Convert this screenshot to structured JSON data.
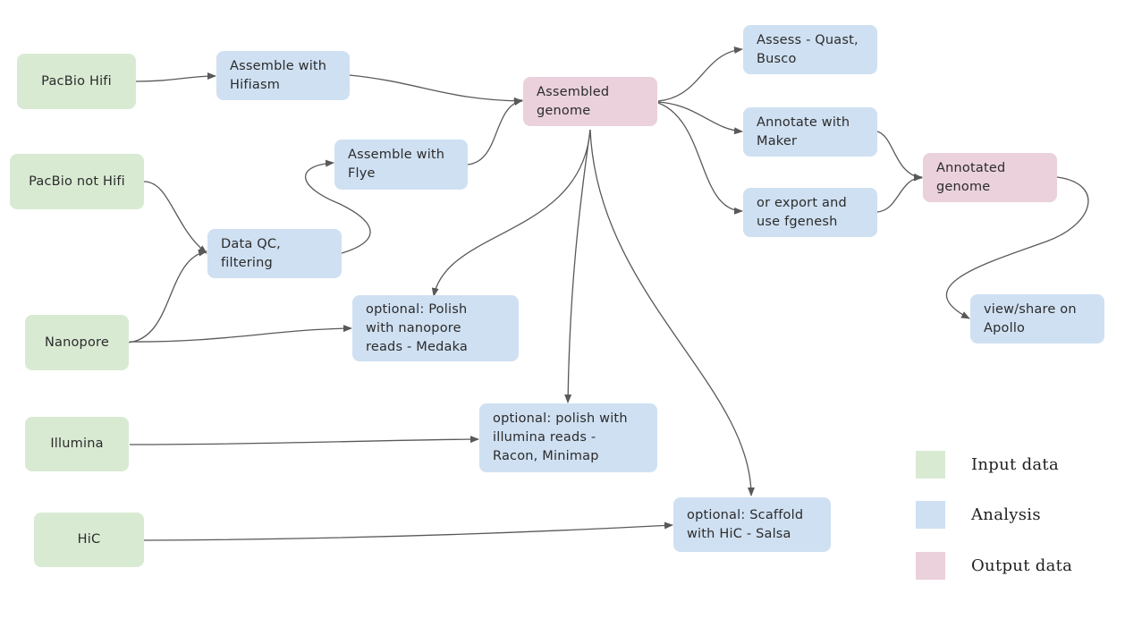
{
  "nodes": {
    "pacbio_hifi": "PacBio Hifi",
    "pacbio_not_hifi": "PacBio not Hifi",
    "nanopore": "Nanopore",
    "illumina": "Illumina",
    "hic": "HiC",
    "assemble_hifiasm": "Assemble with\nHifiasm",
    "assemble_flye": "Assemble with\nFlye",
    "data_qc": "Data QC,\nfiltering",
    "polish_nanopore": "optional: Polish\nwith nanopore\nreads - Medaka",
    "polish_illumina": "optional: polish with\nillumina reads -\nRacon, Minimap",
    "scaffold_hic": "optional: Scaffold\nwith HiC - Salsa",
    "assembled_genome": "Assembled\ngenome",
    "assess": "Assess - Quast,\nBusco",
    "annotate_maker": "Annotate with\nMaker",
    "export_fgenesh": "or export and\nuse fgenesh",
    "annotated_genome": "Annotated\ngenome",
    "view_apollo": "view/share on\nApollo"
  },
  "legend": {
    "input": "Input data",
    "analysis": "Analysis",
    "output": "Output data"
  },
  "colors": {
    "input": "#d9ead3",
    "analysis": "#cfe0f2",
    "output": "#ead1dc",
    "edge": "#595959"
  }
}
